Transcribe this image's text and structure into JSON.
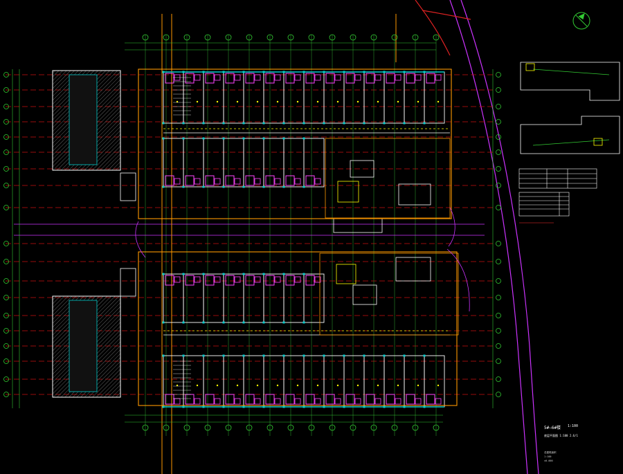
{
  "colors": {
    "background": "#000000",
    "grid_axis": "#33cc33",
    "grid_dash": "#cc1111",
    "walls": "#ffffff",
    "columns": "#00cccc",
    "doors": "#ff44ff",
    "furniture": "#ffff00",
    "outline": "#ff9900",
    "site_curve": "#cc33ff",
    "site_red": "#dd2222",
    "hatch": "#777777",
    "text": "#ffffff"
  },
  "north_arrow": {
    "icon": "north-arrow-icon"
  },
  "title_block": {
    "title": "5#–6#楼",
    "scale": "1:100",
    "subtitle": "底层平面图 1:100 2.6/1",
    "notes": [
      "总建筑面积",
      "1:100",
      "±0.000"
    ]
  }
}
